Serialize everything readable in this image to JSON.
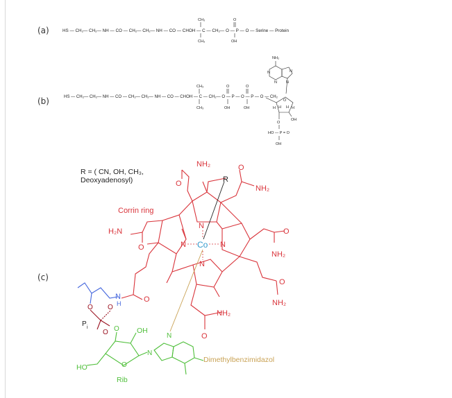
{
  "labels": {
    "a": "(a)",
    "b": "(b)",
    "c": "(c)"
  },
  "struct_a": {
    "chain": "HS — CH₂— CH₂— NH — CO — CH₂— CH₂— NH — CO — CHOH — C — CH₂— O — P — O — Serine — Protein",
    "ch3_top": "CH₃",
    "ch3_bottom": "CH₃",
    "o": "O",
    "oh": "OH"
  },
  "struct_b": {
    "chain": "HS — CH₂— CH₂— NH — CO — CH₂— CH₂— NH — CO — CHOH — C — CH₂— O — P — O — P — O — CH₂",
    "ch3_top": "CH₃",
    "ch3_bottom": "CH₃",
    "o1": "O",
    "o2": "O",
    "oh1": "OH",
    "oh2": "OH",
    "nh2": "NH₂",
    "n": "N",
    "h": "H",
    "o_ring": "O",
    "oh_ring": "OH",
    "o_phos": "O",
    "ho_p_o": "HO — P = O",
    "oh_low": "OH"
  },
  "struct_c": {
    "r_def_line1": "R = ( CN, OH, CH₃,",
    "r_def_line2": "Deoxyadenosyl)",
    "r": "R",
    "corrin_ring": "Corrin ring",
    "co": "Co",
    "n": "N",
    "nh2": "NH₂",
    "h2n": "H₂N",
    "o": "O",
    "nh": "N",
    "h": "H",
    "pi": "P",
    "pi_sub": "i",
    "oh": "OH",
    "ho": "HO",
    "rib": "Rib",
    "dmb": "Dimethylbenzimidazol"
  },
  "colors": {
    "corrin": "#d9333a",
    "ribose": "#4fbf3a",
    "phosphate": "#9a1220",
    "aminopropanol": "#4466dd",
    "dmb": "#c9a255",
    "co": "#3399cc",
    "ink": "#222222"
  }
}
